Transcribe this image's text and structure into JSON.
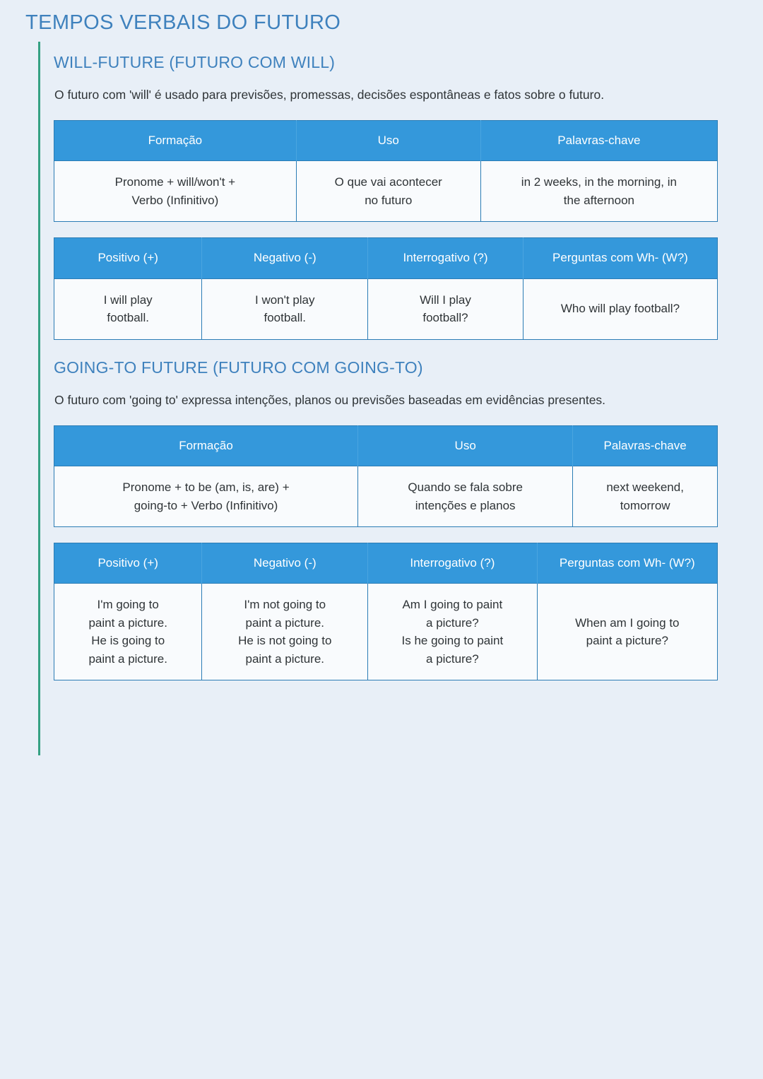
{
  "page": {
    "title": "TEMPOS VERBAIS DO FUTURO",
    "accent_color": "#35a183",
    "header_color": "#3498db",
    "title_color": "#3e81bd",
    "background_color": "#e8eff7"
  },
  "sections": [
    {
      "heading": "WILL-FUTURE (FUTURO COM WILL)",
      "description": "O futuro com 'will' é usado para previsões, promessas, decisões espontâneas e fatos sobre o futuro.",
      "formation_table": {
        "headers": [
          "Formação",
          "Uso",
          "Palavras-chave"
        ],
        "rows": [
          [
            {
              "lines": [
                "Pronome + will/won't +",
                "Verbo (Infinitivo)"
              ]
            },
            {
              "lines": [
                "O que vai acontecer",
                "no futuro"
              ]
            },
            {
              "lines": [
                "in 2 weeks, in the morning, in",
                "the afternoon"
              ]
            }
          ]
        ]
      },
      "examples_table": {
        "headers": [
          "Positivo (+)",
          "Negativo (-)",
          "Interrogativo (?)",
          "Perguntas com Wh-(W?)"
        ],
        "headers_lines": [
          [
            "Positivo (+)"
          ],
          [
            "Negativo (-)"
          ],
          [
            "Interrogativo (?)"
          ],
          [
            "Perguntas com Wh-",
            "(W?)"
          ]
        ],
        "rows": [
          [
            {
              "lines": [
                "I will play",
                "football."
              ]
            },
            {
              "lines": [
                "I won't play",
                "football."
              ]
            },
            {
              "lines": [
                "Will I play",
                "football?"
              ]
            },
            {
              "lines": [
                "Who will play football?"
              ]
            }
          ]
        ]
      }
    },
    {
      "heading": "GOING-TO FUTURE (FUTURO COM GOING-TO)",
      "description": "O futuro com 'going to' expressa intenções, planos ou previsões baseadas em evidências presentes.",
      "formation_table": {
        "headers": [
          "Formação",
          "Uso",
          "Palavras-chave"
        ],
        "rows": [
          [
            {
              "lines": [
                "Pronome + to be (am, is, are) +",
                "going-to + Verbo (Infinitivo)"
              ]
            },
            {
              "lines": [
                "Quando se fala sobre",
                "intenções e planos"
              ]
            },
            {
              "lines": [
                "next weekend,",
                "tomorrow"
              ]
            }
          ]
        ]
      },
      "examples_table": {
        "headers": [
          "Positivo (+)",
          "Negativo (-)",
          "Interrogativo (?)",
          "Perguntas com Wh-(W?)"
        ],
        "headers_lines": [
          [
            "Positivo (+)"
          ],
          [
            "Negativo (-)"
          ],
          [
            "Interrogativo (?)"
          ],
          [
            "Perguntas com Wh-",
            "(W?)"
          ]
        ],
        "rows": [
          [
            {
              "lines": [
                "I'm going to",
                "paint a picture.",
                "He is going to",
                "paint a picture."
              ]
            },
            {
              "lines": [
                "I'm not going to",
                "paint a picture.",
                "He is not going to",
                "paint a picture."
              ]
            },
            {
              "lines": [
                "Am I going to paint",
                "a picture?",
                "Is he going to paint",
                "a picture?"
              ]
            },
            {
              "lines": [
                "When am I going to",
                "paint a picture?"
              ]
            }
          ]
        ]
      }
    }
  ]
}
